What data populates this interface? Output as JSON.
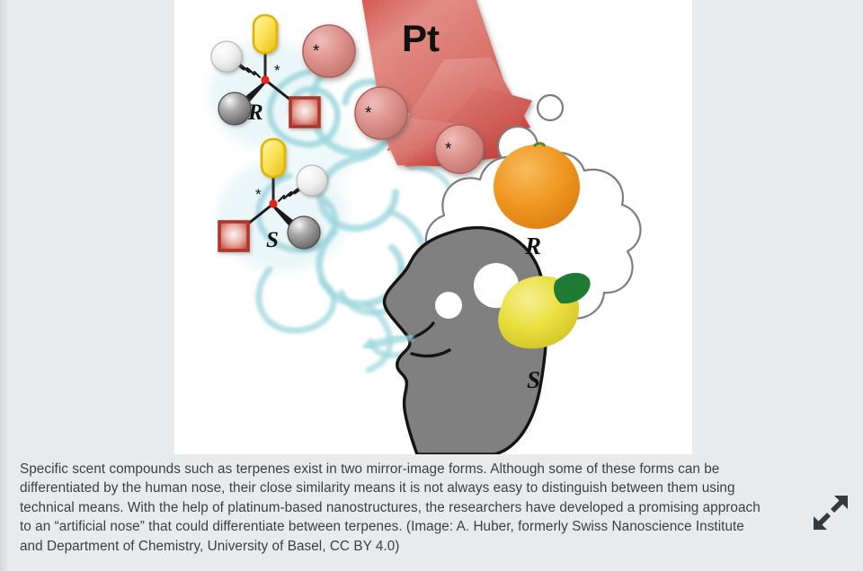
{
  "figure": {
    "alt_title": "Chiral terpene recognition by platinum nanostructures",
    "nanostructure_label": "Pt",
    "chirality_marker": "*",
    "enantiomer_top_label": "R",
    "enantiomer_bottom_label": "S",
    "scent_top_label": "R",
    "scent_bottom_label": "S",
    "scent_top_object": "orange-fruit",
    "scent_bottom_object": "lemon-fruit",
    "head_icon": "human-head-profile-silhouette",
    "vapor_icon": "scent-swirl",
    "thought_bubble_icon": "thought-bubble",
    "colors": {
      "platinum_facet": "#c8322a",
      "platinum_facet_light": "#e8908c",
      "marked_sphere": "#d98a86",
      "marked_sphere_edge": "#a84b46",
      "substituent_yellow": "#f5d020",
      "substituent_red": "#c0392b",
      "substituent_white": "#f2f2f2",
      "substituent_gray": "#707070",
      "chiral_center": "#e8231a",
      "vapor_cyan": "#9ed7de",
      "head_gray": "#808080",
      "bubble_outline": "#7d7d7d",
      "orange_fruit": "#ef9720",
      "lemon_fruit": "#e9df3e",
      "leaf_green": "#1f7a33",
      "canvas": "#ffffff",
      "page_background": "#e9eaeb",
      "caption_text": "#3c3f41",
      "expand_icon": "#343a40"
    }
  },
  "caption": {
    "text": "Specific scent compounds such as terpenes exist in two mirror-image forms. Although some of these forms can be differentiated by the human nose, their close similarity means it is not always easy to distinguish between them using technical means. With the help of platinum-based nanostructures, the researchers have developed a promising approach to an “artificial nose” that could differentiate between terpenes. (Image: A. Huber, formerly Swiss Nanoscience Institute and Department of Chemistry, University of Basel, CC BY 4.0)"
  },
  "controls": {
    "expand_label": "expand-icon"
  }
}
